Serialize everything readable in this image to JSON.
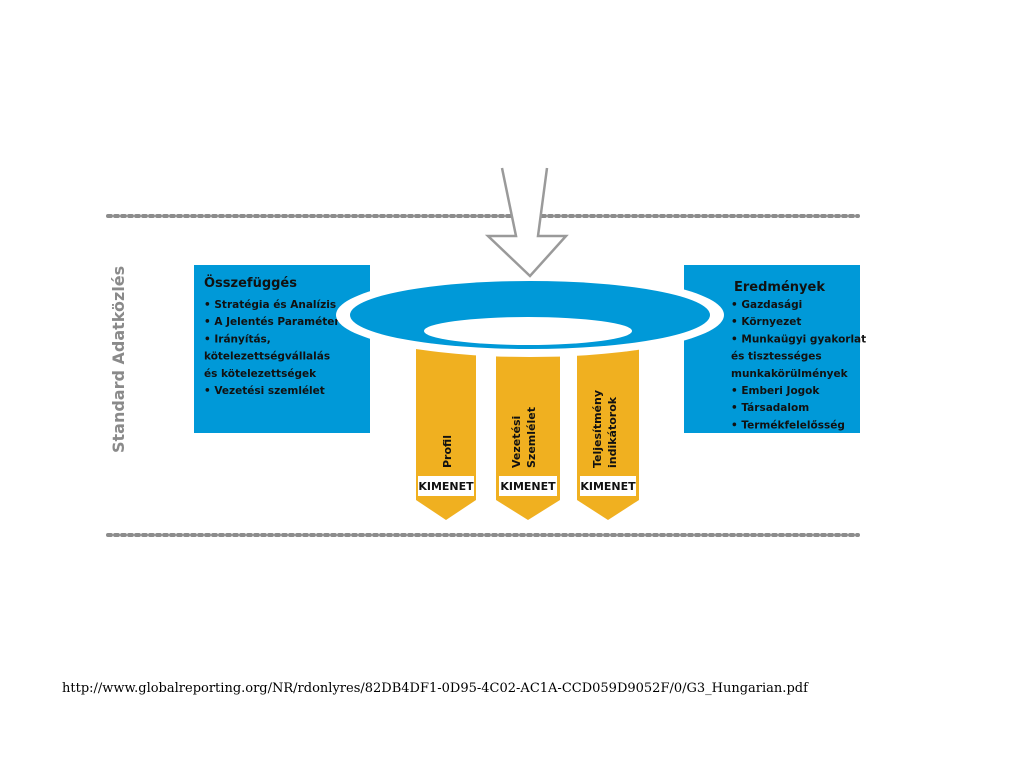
{
  "diagram": {
    "side_label": "Standard Adatközlés",
    "left_box": {
      "title": "Összefüggés",
      "items": [
        "• Stratégia és Analízis",
        "• A Jelentés Paraméterei",
        "• Irányítás,",
        "  kötelezettségvállalás",
        "  és kötelezettségek",
        "• Vezetési szemlélet"
      ]
    },
    "right_box": {
      "title": "Eredmények",
      "items": [
        "• Gazdasági",
        "• Környezet",
        "• Munkaügyi gyakorlat",
        "  és tisztességes",
        "  munkakörülmények",
        "• Emberi Jogok",
        "• Társadalom",
        "• Termékfelelősség"
      ]
    },
    "columns": [
      {
        "lines": [
          "Profil"
        ],
        "output": "KIMENET"
      },
      {
        "lines": [
          "Vezetési",
          "Szemlélet"
        ],
        "output": "KIMENET"
      },
      {
        "lines": [
          "Teljesítmény",
          "indikátorok"
        ],
        "output": "KIMENET"
      }
    ],
    "colors": {
      "blue": "#0099D8",
      "orange": "#F0B020",
      "dots": "#8C8C8C",
      "arrow_stroke": "#9A9A9A"
    }
  },
  "source_url": "http://www.globalreporting.org/NR/rdonlyres/82DB4DF1-0D95-4C02-AC1A-CCD059D9052F/0/G3_Hungarian.pdf"
}
